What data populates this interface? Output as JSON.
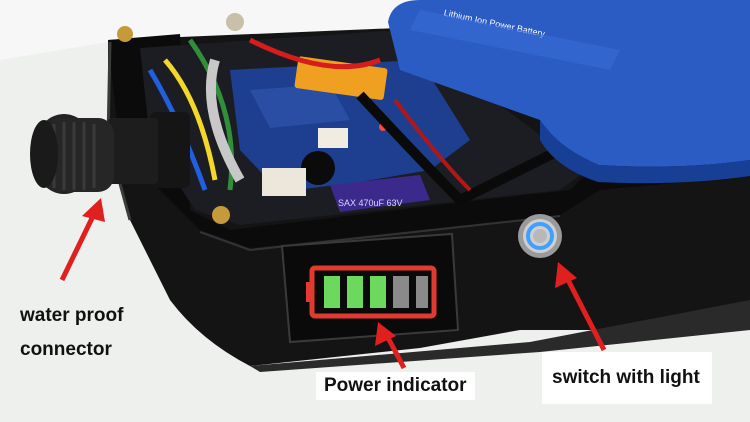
{
  "labels": {
    "water_proof_line1": "water proof",
    "water_proof_line2": "connector",
    "power_indicator": "Power indicator",
    "switch_with_light": "switch with  light"
  },
  "battery_pack_text": "Lithium Ion Power Battery",
  "capacitor_text": "SAX 470uF 63V",
  "battery_indicator": {
    "lit_segments": 3,
    "total_segments": 5
  },
  "colors": {
    "case": "#141414",
    "battery_wrap": "#2a5cc4",
    "arrow": "#e0201f",
    "indicator_green": "#6cd85e",
    "indicator_red": "#e23a2e",
    "switch_ring": "#3ea0ff"
  }
}
